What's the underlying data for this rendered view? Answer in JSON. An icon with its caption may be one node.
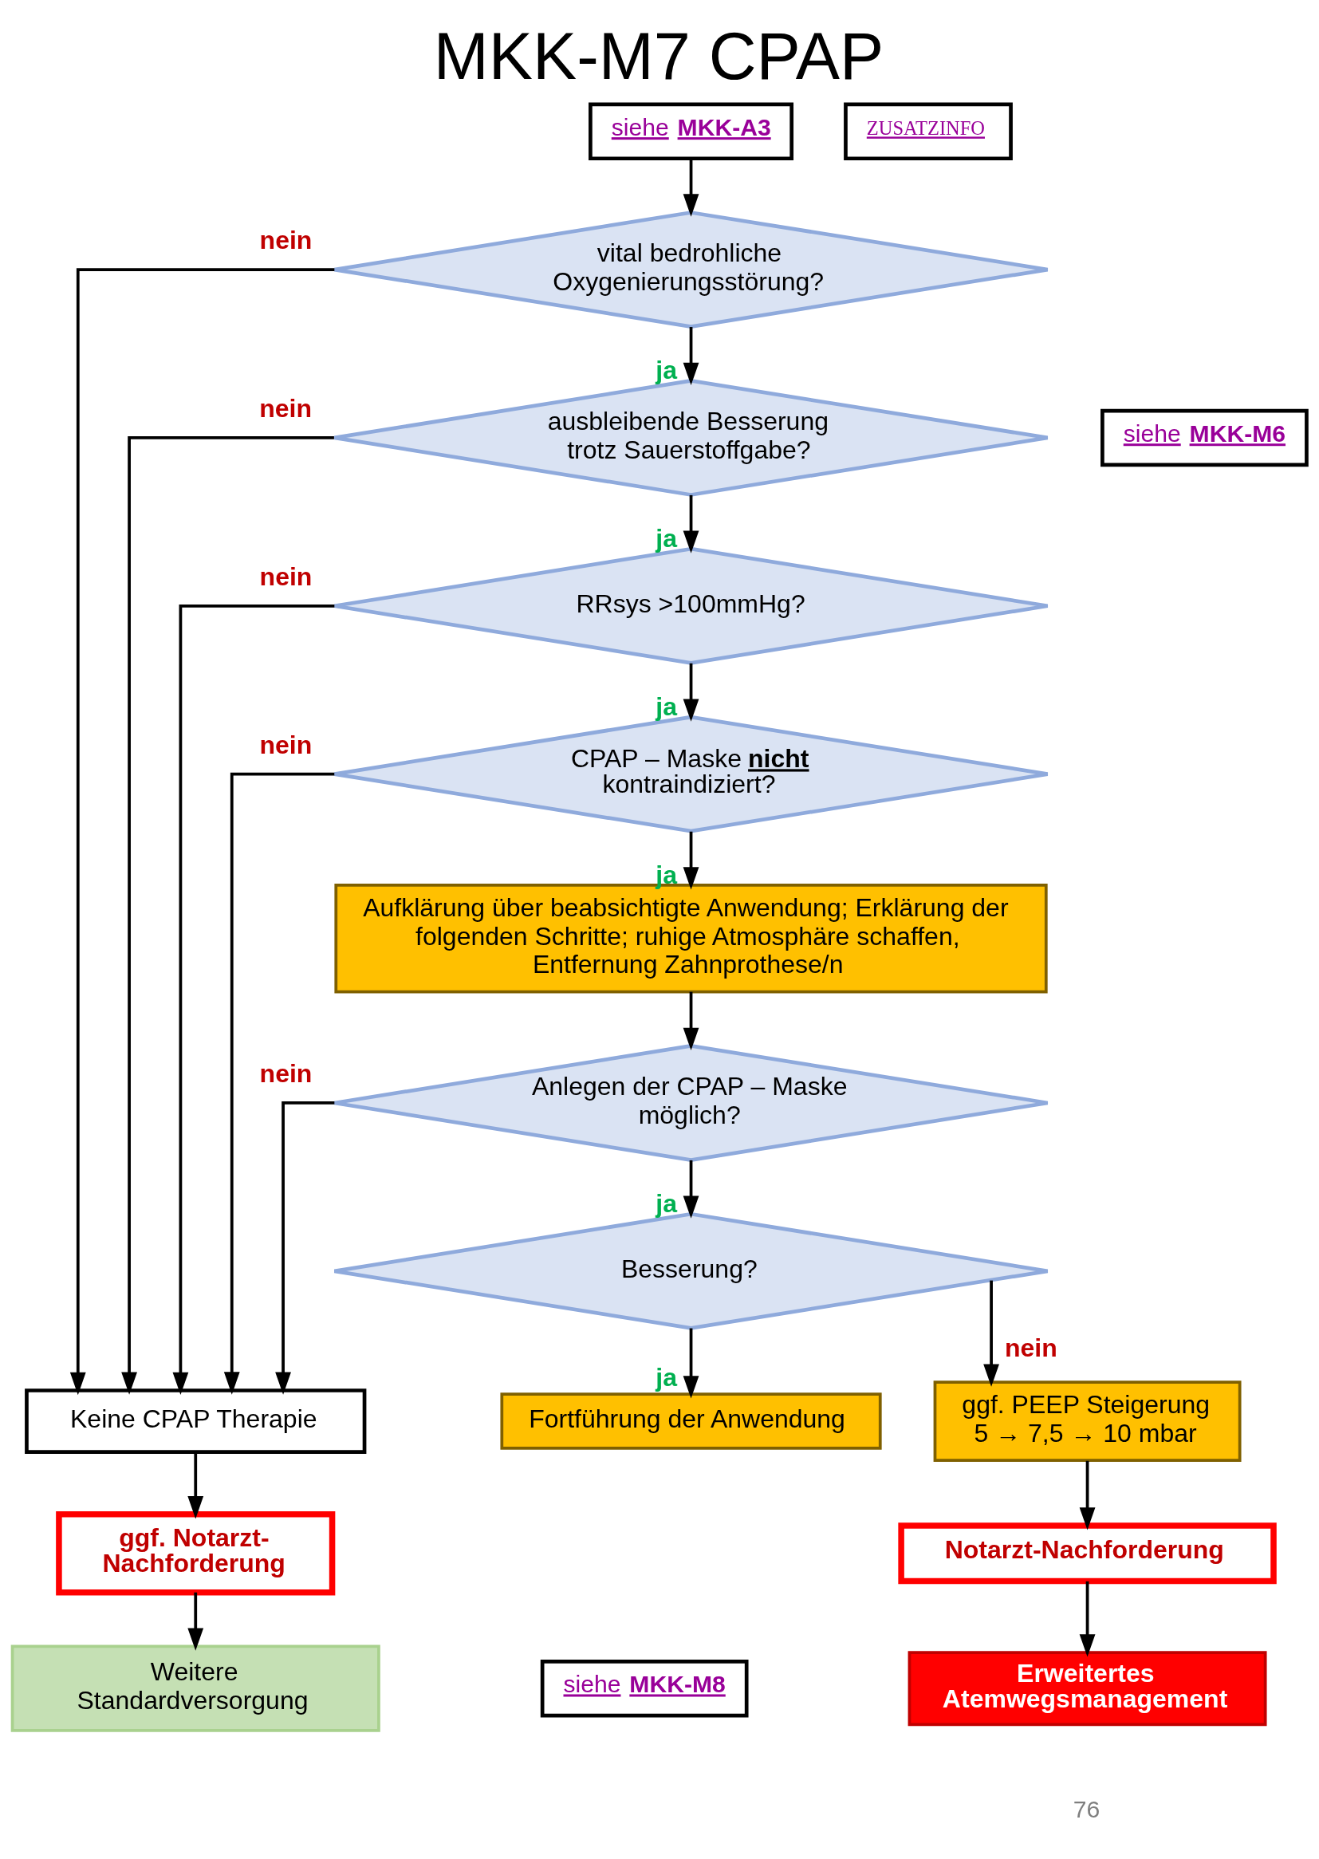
{
  "diagram": {
    "title": "MKK-M7 CPAP",
    "nodes": [
      {
        "text": [
          "siehe **MKK-A3**"
        ]
      },
      {
        "text": [
          "ZUSATZINFO"
        ]
      },
      {
        "text": [
          "vital bedrohliche Oxygenierungsstörung?"
        ]
      },
      {
        "text": [
          "ausbleibende Besserung trotz Sauerstoffgabe?"
        ]
      },
      {
        "text": [
          "siehe **MKK-M6**"
        ]
      },
      {
        "text": [
          "RRsys >100mmHg?"
        ]
      },
      {
        "text": [
          "CPAP – Maske **nicht** kontraindiziert?"
        ]
      },
      {
        "text": [
          "Aufklärung über beabsichtigte Anwendung; Erklärung der folgenden Schritte; ruhige Atmosphäre schaffen, Entfernung Zahnprothese/n"
        ]
      },
      {
        "text": [
          "Anlegen der CPAP – Maske möglich?"
        ]
      },
      {
        "text": [
          "Besserung?"
        ]
      },
      {
        "text": [
          "Keine CPAP Therapie"
        ]
      },
      {
        "text": [
          "Fortführung der Anwendung"
        ]
      },
      {
        "text": [
          "ggf. PEEP Steigerung 5 → 7,5 → 10 mbar"
        ]
      },
      {
        "text": [
          "ggf. Notarzt-Nachforderung"
        ]
      },
      {
        "text": [
          "Notarzt-Nachforderung"
        ]
      },
      {
        "text": [
          "siehe **MKK-M8**"
        ]
      },
      {
        "text": [
          "Erweitertes Atemwegsmanagement"
        ]
      },
      {
        "text": [
          "Weitere Standardversorgung"
        ]
      }
    ],
    "edges": [
      {
        "from": 0,
        "to": 2,
        "arrow": "to"
      },
      {
        "from": 2,
        "to": 3,
        "arrow": "to",
        "label": "ja"
      },
      {
        "from": 3,
        "to": 5,
        "arrow": "to",
        "label": "ja"
      },
      {
        "from": 5,
        "to": 6,
        "arrow": "to",
        "label": "ja"
      },
      {
        "from": 6,
        "to": 7,
        "arrow": "to",
        "label": "ja"
      },
      {
        "from": 7,
        "to": 8,
        "arrow": "to"
      },
      {
        "from": 8,
        "to": 9,
        "arrow": "to",
        "label": "ja"
      },
      {
        "from": 9,
        "to": 11,
        "arrow": "to",
        "label": "ja"
      },
      {
        "from": 9,
        "to": 12,
        "arrow": "to",
        "label": "nein"
      },
      {
        "from": 2,
        "to": 10,
        "arrow": "to",
        "label": "nein"
      },
      {
        "from": 3,
        "to": 10,
        "arrow": "to",
        "label": "nein"
      },
      {
        "from": 5,
        "to": 10,
        "arrow": "to",
        "label": "nein"
      },
      {
        "from": 6,
        "to": 10,
        "arrow": "to",
        "label": "nein"
      },
      {
        "from": 8,
        "to": 10,
        "arrow": "to",
        "label": "nein"
      },
      {
        "from": 10,
        "to": 13,
        "arrow": "to"
      },
      {
        "from": 13,
        "to": 17,
        "arrow": "to"
      },
      {
        "from": 12,
        "to": 14,
        "arrow": "to"
      },
      {
        "from": 14,
        "to": 16,
        "arrow": "to"
      }
    ],
    "labels": [
      "76"
    ]
  }
}
